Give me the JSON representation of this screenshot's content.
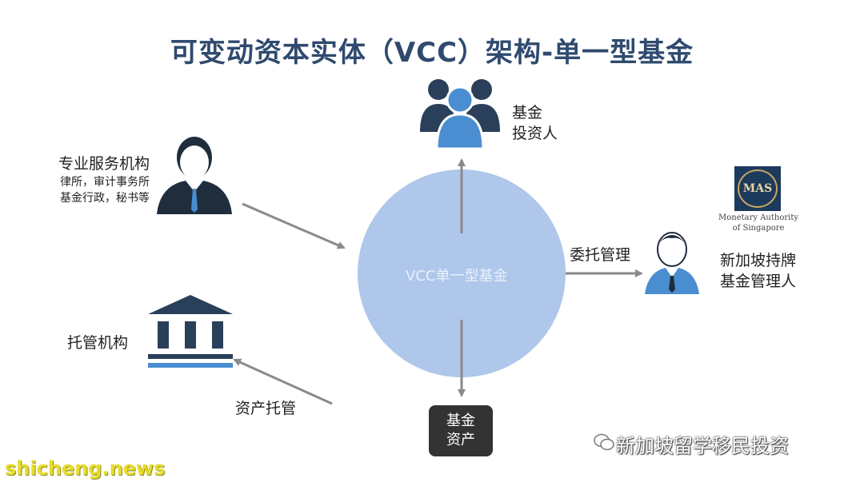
{
  "title": "可变动资本实体（VCC）架构-单一型基金",
  "center": {
    "label": "VCC单一型基金"
  },
  "investors": {
    "line1": "基金",
    "line2": "投资人"
  },
  "professional": {
    "title": "专业服务机构",
    "line1": "律所，审计事务所",
    "line2": "基金行政，秘书等"
  },
  "custodian": {
    "label": "托管机构"
  },
  "asset_custody": {
    "label": "资产托管"
  },
  "entrust": {
    "label": "委托管理"
  },
  "manager": {
    "line1": "新加坡持牌",
    "line2": "基金管理人"
  },
  "fund_assets": {
    "line1": "基金",
    "line2": "资产"
  },
  "mas": {
    "logo": "MAS",
    "line1": "Monetary Authority",
    "line2": "of Singapore"
  },
  "watermarks": {
    "site": "shicheng.news",
    "wechat": "新加坡留学移民投资"
  },
  "colors": {
    "title": "#2f4a6e",
    "circle": "#aec7ea",
    "icon_navy": "#2a3f5a",
    "icon_blue": "#4a8ed1",
    "arrow": "#8a8a8a"
  }
}
